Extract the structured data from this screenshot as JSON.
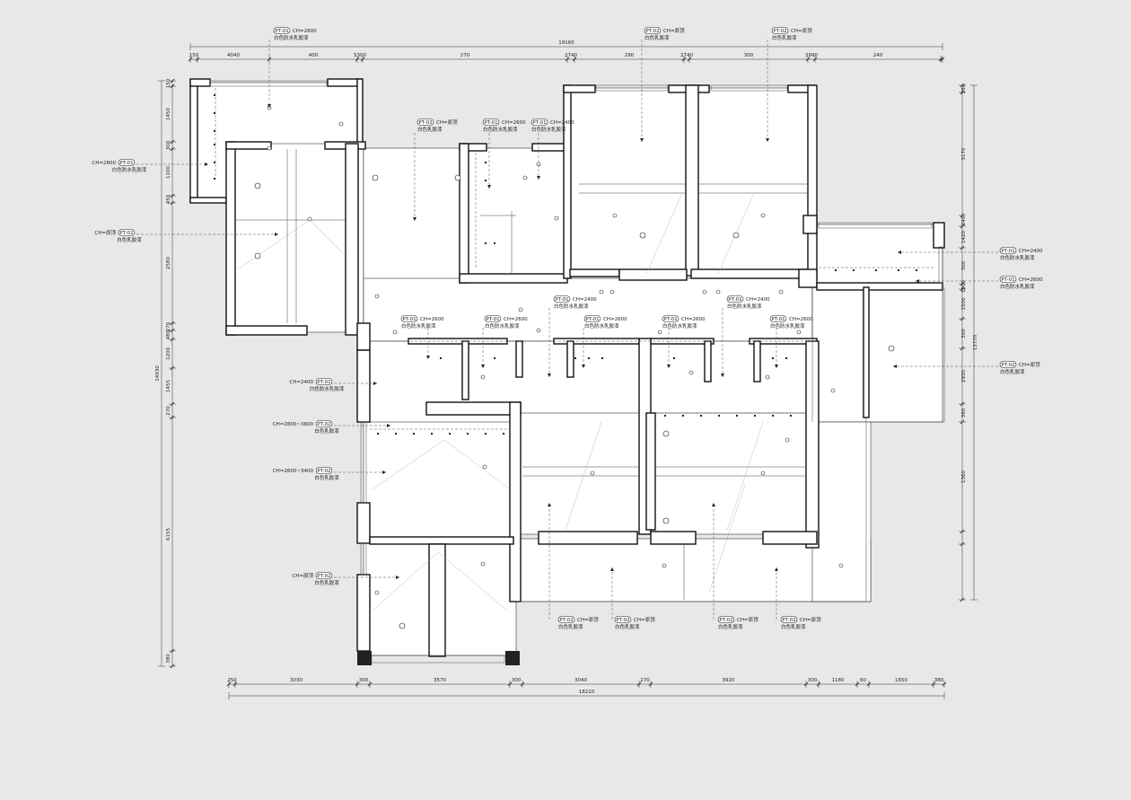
{
  "dimensions": {
    "top_total": "19160",
    "top_segments": [
      "150",
      "4040",
      "400",
      "5300",
      "270",
      "2740",
      "290",
      "2740",
      "300",
      "2990",
      "240"
    ],
    "bottom_total": "18210",
    "bottom_segments": [
      "250",
      "3030",
      "300",
      "3570",
      "300",
      "3040",
      "270",
      "3920",
      "300",
      "1180",
      "60",
      "1650",
      "380"
    ],
    "left_total": "14930",
    "left_segments": [
      "150",
      "1450",
      "300",
      "1100",
      "450",
      "2580",
      "270",
      "480",
      "1200",
      "1455",
      "270",
      "6155",
      "380"
    ],
    "right_total": "13770",
    "right_segments": [
      "380",
      "3170",
      "240",
      "1420",
      "300",
      "1200",
      "1500",
      "300",
      "2930",
      "380",
      "1360"
    ]
  },
  "annotations": [
    {
      "id": "a1",
      "code": "PT-01",
      "height": "CH=2600",
      "finish": "白色防水乳胶漆"
    },
    {
      "id": "a2",
      "code": "PT-02",
      "height": "CH=原顶",
      "finish": "白色乳胶漆"
    },
    {
      "id": "a3",
      "code": "PT-02",
      "height": "CH=原顶",
      "finish": "白色乳胶漆"
    },
    {
      "id": "a4",
      "code": "PT-02",
      "height": "CH=原顶",
      "finish": "白色乳胶漆"
    },
    {
      "id": "a5",
      "code": "PT-01",
      "height": "CH=2600",
      "finish": "白色防水乳胶漆"
    },
    {
      "id": "a6",
      "code": "PT-01",
      "height": "CH=2400",
      "finish": "白色防水乳胶漆"
    },
    {
      "id": "a7",
      "code": "PT-01",
      "height": "CH=2800",
      "finish": "白色防水乳胶漆"
    },
    {
      "id": "a8",
      "code": "PT-02",
      "height": "CH=原顶",
      "finish": "白色乳胶漆"
    },
    {
      "id": "a9",
      "code": "PT-01",
      "height": "CH=2400",
      "finish": "白色防水乳胶漆"
    },
    {
      "id": "a10",
      "code": "PT-01",
      "height": "CH=2600",
      "finish": "白色防水乳胶漆"
    },
    {
      "id": "a11",
      "code": "PT-01",
      "height": "CH=2400",
      "finish": "白色防水乳胶漆"
    },
    {
      "id": "a12",
      "code": "PT-01",
      "height": "CH=2400",
      "finish": "白色防水乳胶漆"
    },
    {
      "id": "a13",
      "code": "PT-01",
      "height": "CH=2600",
      "finish": "白色防水乳胶漆"
    },
    {
      "id": "a14",
      "code": "PT-01",
      "height": "CH=2600",
      "finish": "白色防水乳胶漆"
    },
    {
      "id": "a15",
      "code": "PT-01",
      "height": "CH=2600",
      "finish": "白色防水乳胶漆"
    },
    {
      "id": "a16",
      "code": "PT-01",
      "height": "CH=2600",
      "finish": "白色防水乳胶漆"
    },
    {
      "id": "a17",
      "code": "PT-01",
      "height": "CH=2600",
      "finish": "白色防水乳胶漆"
    },
    {
      "id": "a18",
      "code": "PT-01",
      "height": "CH=2600",
      "finish": "白色防水乳胶漆"
    },
    {
      "id": "a19",
      "code": "PT-02",
      "height": "CH=原顶",
      "finish": "白色乳胶漆"
    },
    {
      "id": "a20",
      "code": "PT-01",
      "height": "CH=2400",
      "finish": "白色防水乳胶漆"
    },
    {
      "id": "a21",
      "code": "PT-02",
      "height": "CH=2800~3600",
      "finish": "白色乳胶漆"
    },
    {
      "id": "a22",
      "code": "PT-02",
      "height": "CH=2600~3400",
      "finish": "白色乳胶漆"
    },
    {
      "id": "a23",
      "code": "PT-02",
      "height": "CH=原顶",
      "finish": "白色乳胶漆"
    },
    {
      "id": "a24",
      "code": "PT-02",
      "height": "CH=原顶",
      "finish": "白色乳胶漆"
    },
    {
      "id": "a25",
      "code": "PT-02",
      "height": "CH=原顶",
      "finish": "白色乳胶漆"
    },
    {
      "id": "a26",
      "code": "PT-02",
      "height": "CH=原顶",
      "finish": "白色乳胶漆"
    },
    {
      "id": "a27",
      "code": "PT-02",
      "height": "CH=原顶",
      "finish": "白色乳胶漆"
    }
  ]
}
